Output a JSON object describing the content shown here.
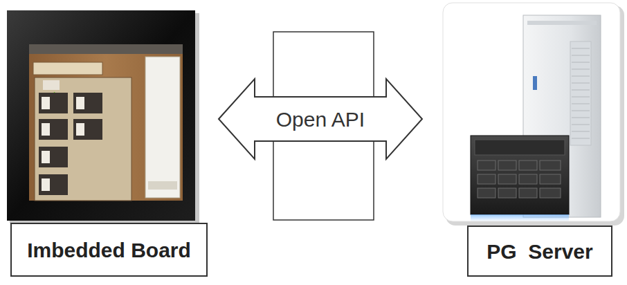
{
  "diagram": {
    "nodes": [
      {
        "text": [
          "Imbedded Board"
        ]
      },
      {
        "text": [
          "PG  Server"
        ]
      }
    ],
    "edges": [
      {
        "from": 0,
        "to": 1,
        "arrow": "both",
        "label": "Open API"
      }
    ]
  }
}
